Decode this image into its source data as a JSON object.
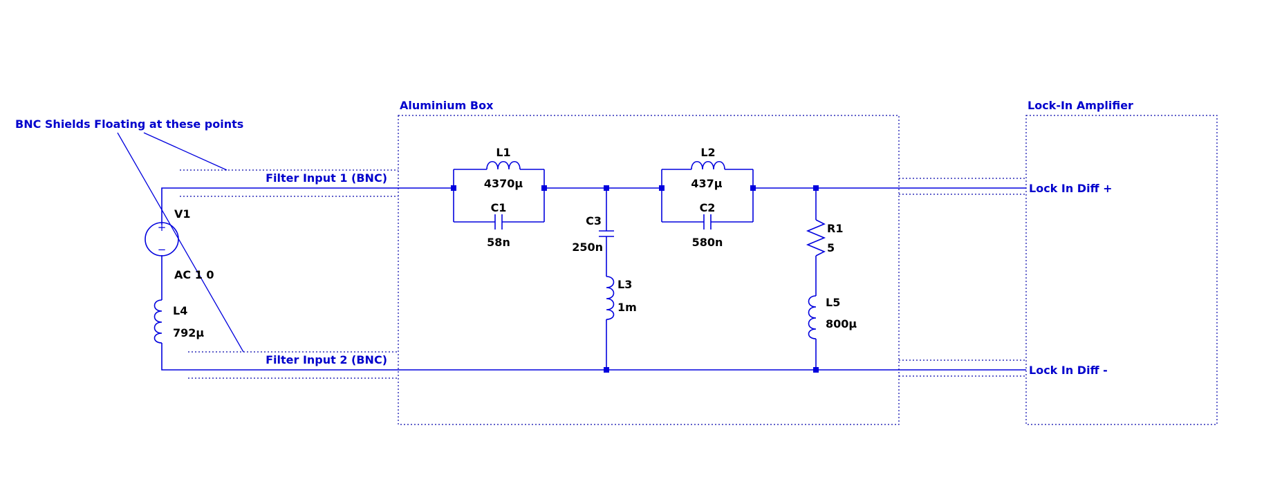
{
  "annotations": {
    "aluminium_box": "Aluminium Box",
    "lock_in_amplifier": "Lock-In Amplifier",
    "bnc_note": "BNC Shields Floating at these points"
  },
  "nets": {
    "filter_input_1": "Filter Input 1 (BNC)",
    "filter_input_2": "Filter Input 2 (BNC)",
    "lock_in_plus": "Lock In Diff +",
    "lock_in_minus": "Lock In Diff -"
  },
  "components": {
    "V1": {
      "name": "V1",
      "value": "AC 1 0",
      "plus": "+",
      "minus": "−"
    },
    "L4": {
      "name": "L4",
      "value": "792µ"
    },
    "L1": {
      "name": "L1",
      "value": "4370µ"
    },
    "C1": {
      "name": "C1",
      "value": "58n"
    },
    "C3": {
      "name": "C3",
      "value": "250n"
    },
    "L3": {
      "name": "L3",
      "value": "1m"
    },
    "L2": {
      "name": "L2",
      "value": "437µ"
    },
    "C2": {
      "name": "C2",
      "value": "580n"
    },
    "R1": {
      "name": "R1",
      "value": "5"
    },
    "L5": {
      "name": "L5",
      "value": "800µ"
    }
  },
  "colors": {
    "wire": "#0000dd",
    "net_label": "#0000cc",
    "component_label": "#000000",
    "background": "#ffffff"
  }
}
